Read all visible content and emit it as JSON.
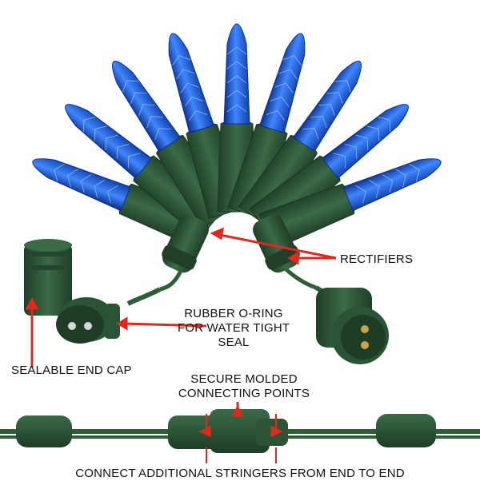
{
  "labels": {
    "rectifiers": "RECTIFIERS",
    "o_ring": [
      "RUBBER O-RING",
      "FOR WATER TIGHT",
      "SEAL"
    ],
    "end_cap": "SEALABLE END CAP",
    "molded": [
      "SECURE MOLDED",
      "CONNECTING POINTS"
    ],
    "connect": "CONNECT ADDITIONAL STRINGERS FROM END TO END"
  },
  "colors": {
    "bulb": "#1f5fd6",
    "bulb_dark": "#0b2f8a",
    "socket": "#2f5a3a",
    "socket_dark": "#1f3f28",
    "wire": "#2e5e36",
    "arrow": "#e0281e"
  }
}
